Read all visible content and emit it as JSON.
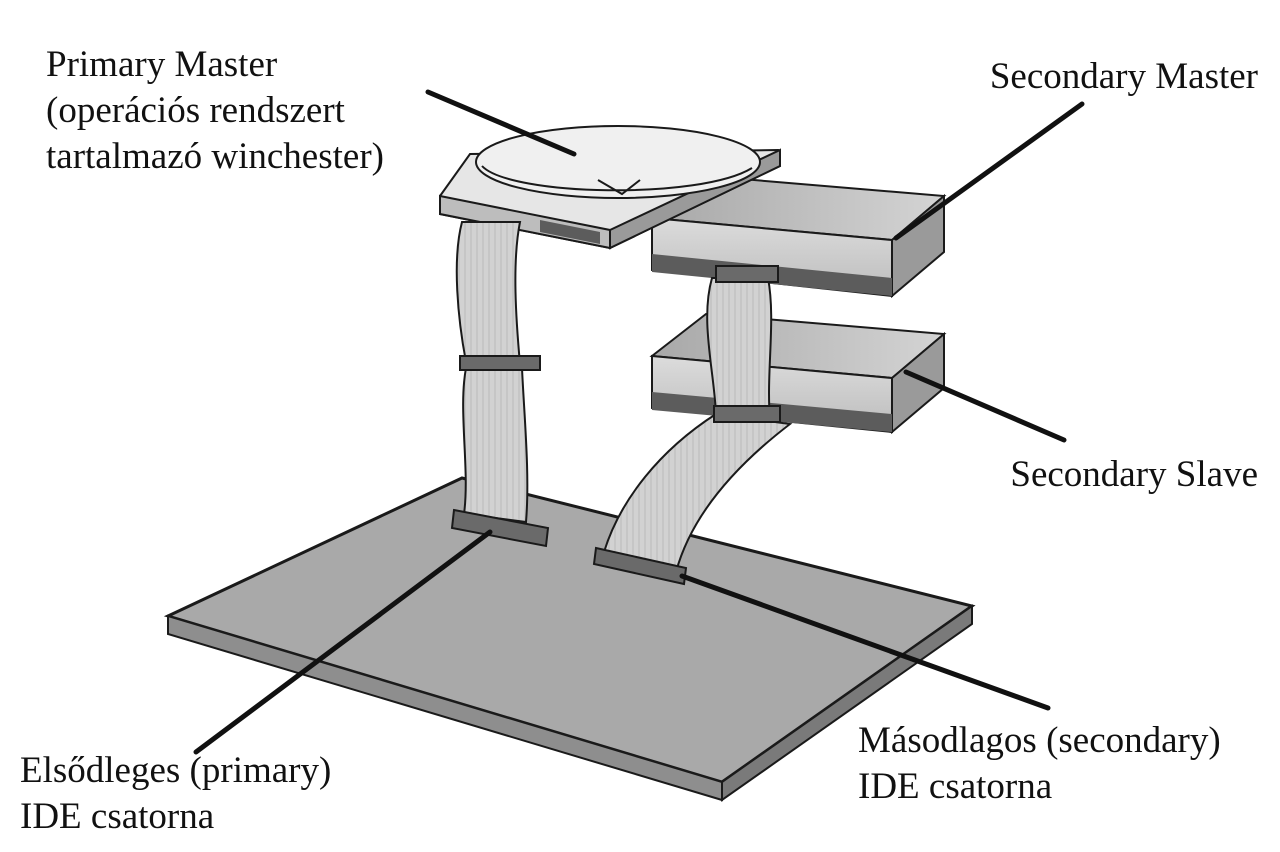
{
  "labels": {
    "primary_master": {
      "line1": "Primary Master",
      "line2": "(operációs rendszert",
      "line3": "tartalmazó winchester)"
    },
    "secondary_master": "Secondary Master",
    "secondary_slave": "Secondary Slave",
    "primary_ide": {
      "line1": "Elsődleges (primary)",
      "line2": "IDE csatorna"
    },
    "secondary_ide": {
      "line1": "Másodlagos (secondary)",
      "line2": "IDE csatorna"
    }
  },
  "colors": {
    "board": "#a9a9a9",
    "outline": "#1a1a1a",
    "drive_top": "#c8c8c8",
    "drive_front": "#d6d6d6",
    "drive_side": "#9a9a9a",
    "cable": "#cfcfcf",
    "hdd_top": "#e6e6e6"
  }
}
